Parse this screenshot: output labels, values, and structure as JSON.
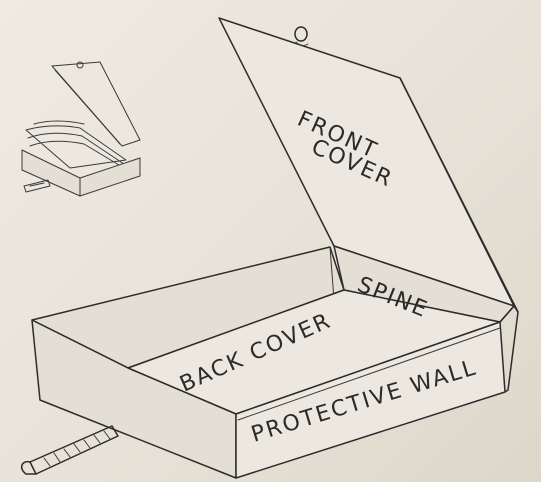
{
  "labels": {
    "front_cover_line1": "FRONT",
    "front_cover_line2": "COVER",
    "spine": "SPINE",
    "back_cover": "BACK COVER",
    "protective_wall": "PROTECTIVE WALL"
  },
  "colors": {
    "paper": "#e9e4da",
    "ink": "#2c2c2c"
  }
}
